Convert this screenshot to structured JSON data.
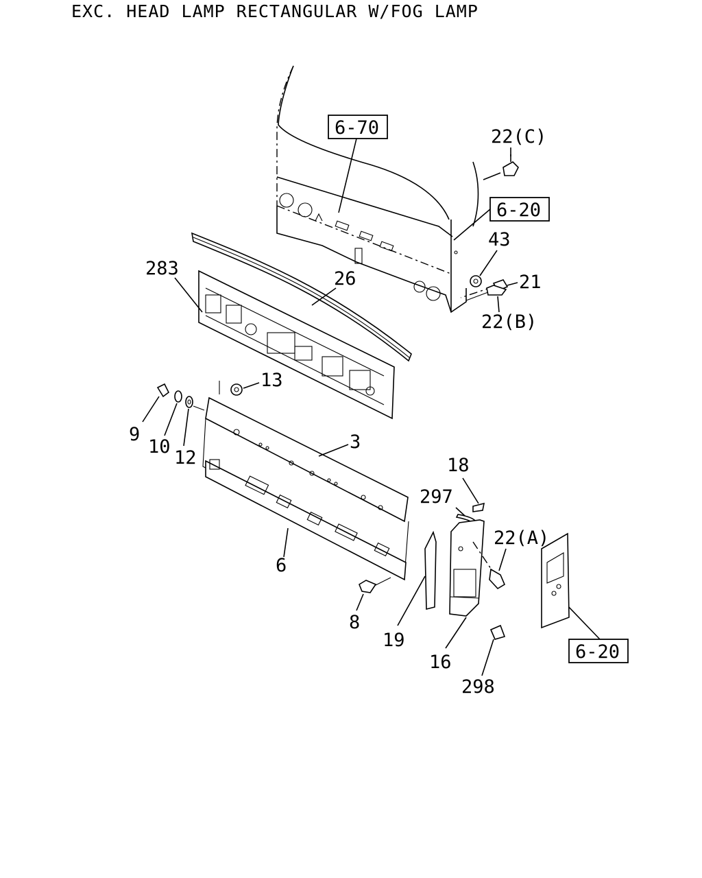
{
  "title": "EXC. HEAD LAMP RECTANGULAR W/FOG LAMP",
  "labels": {
    "l_22c": "22(C)",
    "l_6_70": "6-70",
    "l_6_20_top": "6-20",
    "l_43": "43",
    "l_21": "21",
    "l_22b": "22(B)",
    "l_283": "283",
    "l_26": "26",
    "l_13": "13",
    "l_9": "9",
    "l_10": "10",
    "l_12": "12",
    "l_3": "3",
    "l_6": "6",
    "l_8": "8",
    "l_18": "18",
    "l_297": "297",
    "l_22a": "22(A)",
    "l_19": "19",
    "l_16": "16",
    "l_298": "298",
    "l_6_20_bottom": "6-20"
  }
}
